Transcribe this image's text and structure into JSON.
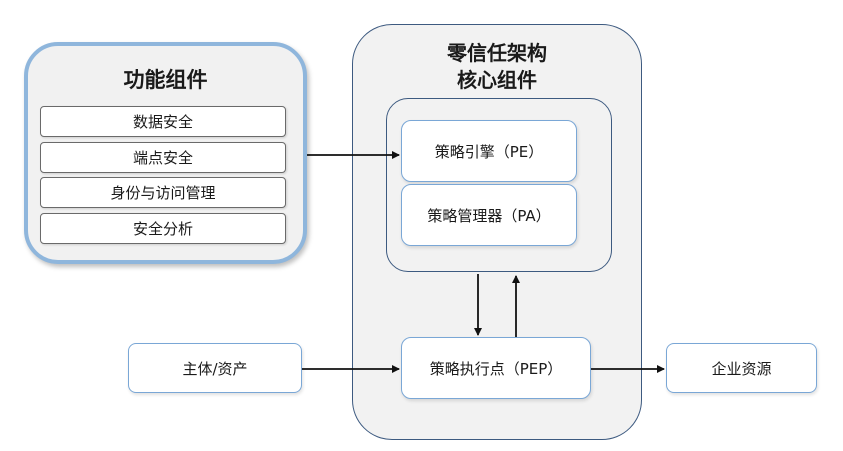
{
  "functional_components": {
    "title": "功能组件",
    "items": [
      "数据安全",
      "端点安全",
      "身份与访问管理",
      "安全分析"
    ]
  },
  "core": {
    "title_line1": "零信任架构",
    "title_line2": "核心组件",
    "policy_engine": "策略引擎（PE）",
    "policy_administrator": "策略管理器（PA）",
    "policy_enforcement_point": "策略执行点（PEP）"
  },
  "subject": "主体/资产",
  "enterprise_resource": "企业资源"
}
